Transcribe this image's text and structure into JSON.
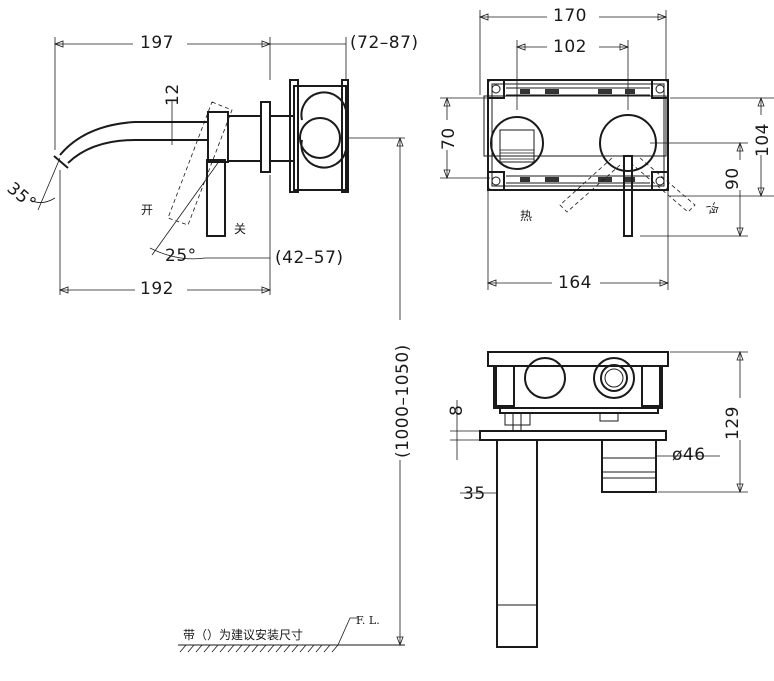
{
  "side_view": {
    "dim_total_top": "197",
    "dim_wall_range": "(72–87)",
    "dim_spout_dia": "12",
    "dim_spout_angle": "35°",
    "dim_handle_angle": "25°",
    "dim_depth_range": "(42–57)",
    "dim_spout_reach": "192",
    "label_open": "开",
    "label_close": "关"
  },
  "front_view": {
    "dim_plate_width": "170",
    "dim_hole_spacing": "102",
    "dim_box_height": "70",
    "dim_plate_height": "104",
    "dim_lever_drop": "90",
    "dim_box_width": "164",
    "label_hot": "热",
    "label_cold": "冷"
  },
  "bottom_view": {
    "dim_plate_thk": "8",
    "dim_total_depth": "129",
    "dim_knob_dia": "ø46",
    "dim_spout_width": "35"
  },
  "install": {
    "dim_height_range": "(1000–1050)",
    "floor_level": "F. L.",
    "note": "带（）为建议安装尺寸"
  }
}
